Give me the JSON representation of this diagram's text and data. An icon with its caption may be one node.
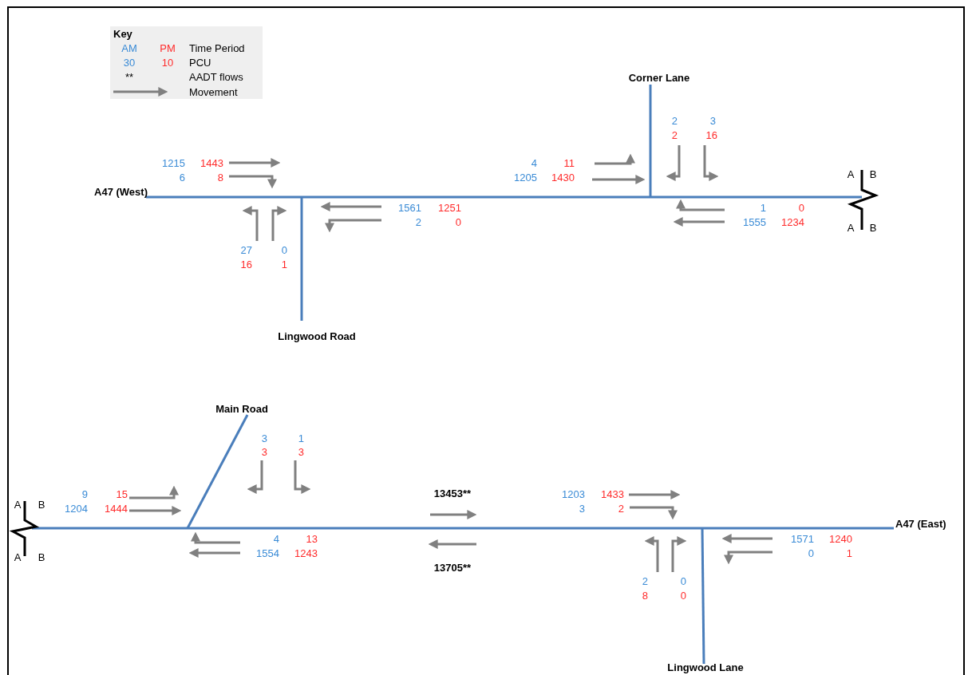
{
  "diagram": {
    "labels": [
      "Key",
      "AM",
      "PM",
      "Time Period",
      "30",
      "10",
      "PCU",
      "**",
      "AADT flows",
      "Corner Lane",
      "2",
      "3",
      "2",
      "16",
      "1215",
      "1443",
      "4",
      "11",
      "6",
      "8",
      "1205",
      "1430",
      "A",
      "B",
      "A47 (West)",
      "1561",
      "1251",
      "1",
      "0",
      "2",
      "0",
      "1555",
      "1234",
      "A",
      "B",
      "27",
      "0",
      "16",
      "1",
      "Lingwood Road",
      "Main Road",
      "3",
      "1",
      "3",
      "3",
      "9",
      "15",
      "13453**",
      "1203",
      "1433",
      "A",
      "B",
      "1204",
      "1444",
      "3",
      "2",
      "A47 (East)",
      "4",
      "13",
      "1571",
      "1240",
      "1554",
      "1243",
      "0",
      "1",
      "A",
      "B",
      "13705**",
      "2",
      "0",
      "8",
      "0",
      "Lingwood Lane"
    ],
    "legend": [
      {
        "text": "Movement"
      }
    ]
  }
}
